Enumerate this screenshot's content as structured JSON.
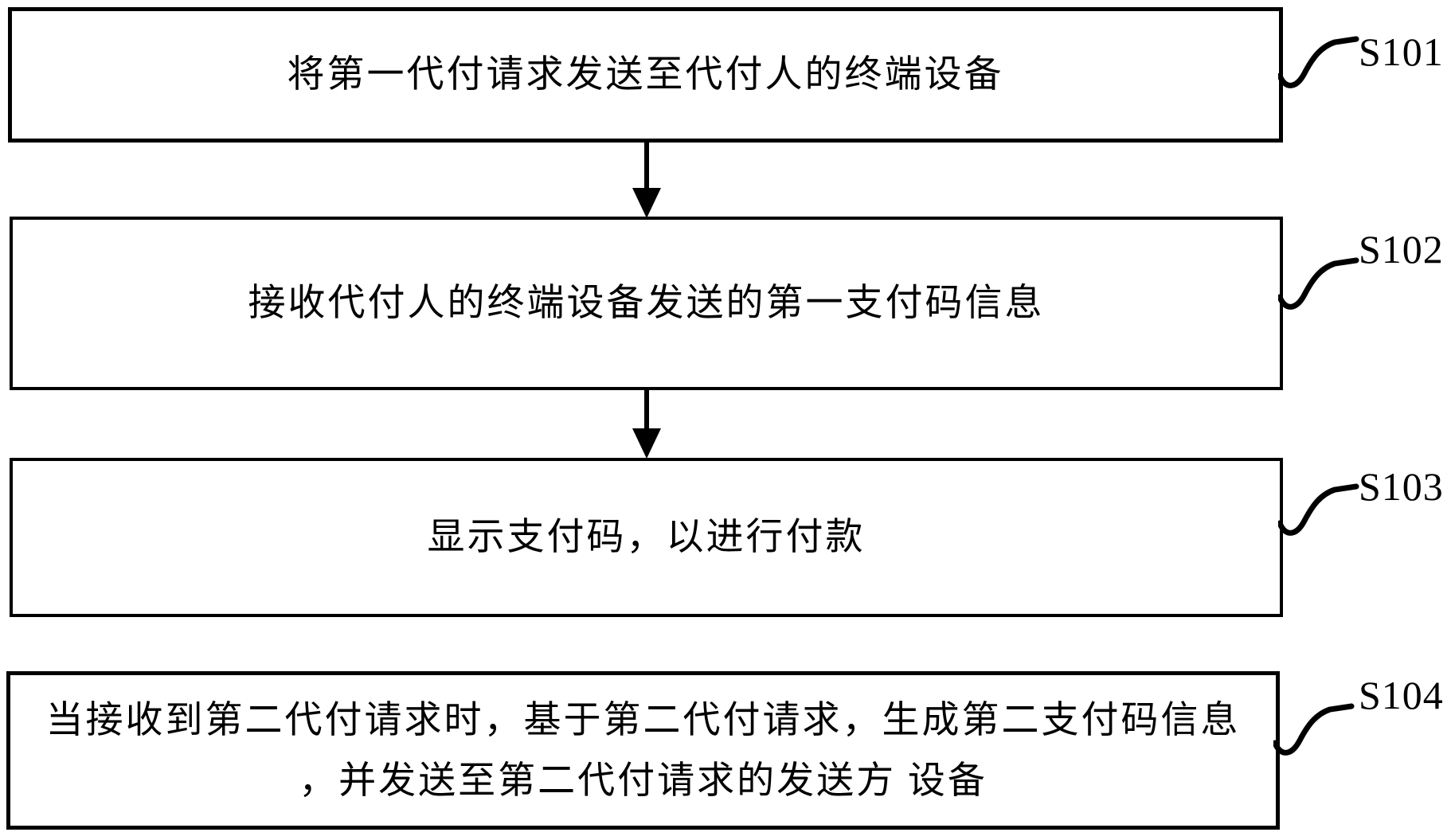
{
  "figure": {
    "type": "flowchart",
    "background_color": "#ffffff",
    "line_color": "#000000",
    "steps": [
      {
        "label": "S101",
        "text": "将第一代付请求发送至代付人的终端设备"
      },
      {
        "label": "S102",
        "text": "接收代付人的终端设备发送的第一支付码信息"
      },
      {
        "label": "S103",
        "text": "显示支付码，以进行付款"
      },
      {
        "label": "S104",
        "lines": [
          "当接收到第二代付请求时，基于第二代付请求，生成第二支付码信息",
          "，并发送至第二代付请求的发送方 设备"
        ]
      }
    ]
  }
}
